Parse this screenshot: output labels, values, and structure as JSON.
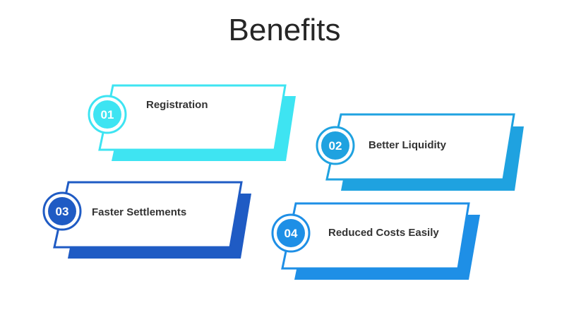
{
  "title": "Benefits",
  "items": [
    {
      "number": "01",
      "label": "Registration",
      "color": "#3EE4F2"
    },
    {
      "number": "02",
      "label": "Better Liquidity",
      "color": "#1FA2E0"
    },
    {
      "number": "03",
      "label": "Faster Settlements",
      "color": "#1F5BC4"
    },
    {
      "number": "04",
      "label": "Reduced Costs Easily",
      "color": "#1E8FE6"
    }
  ]
}
